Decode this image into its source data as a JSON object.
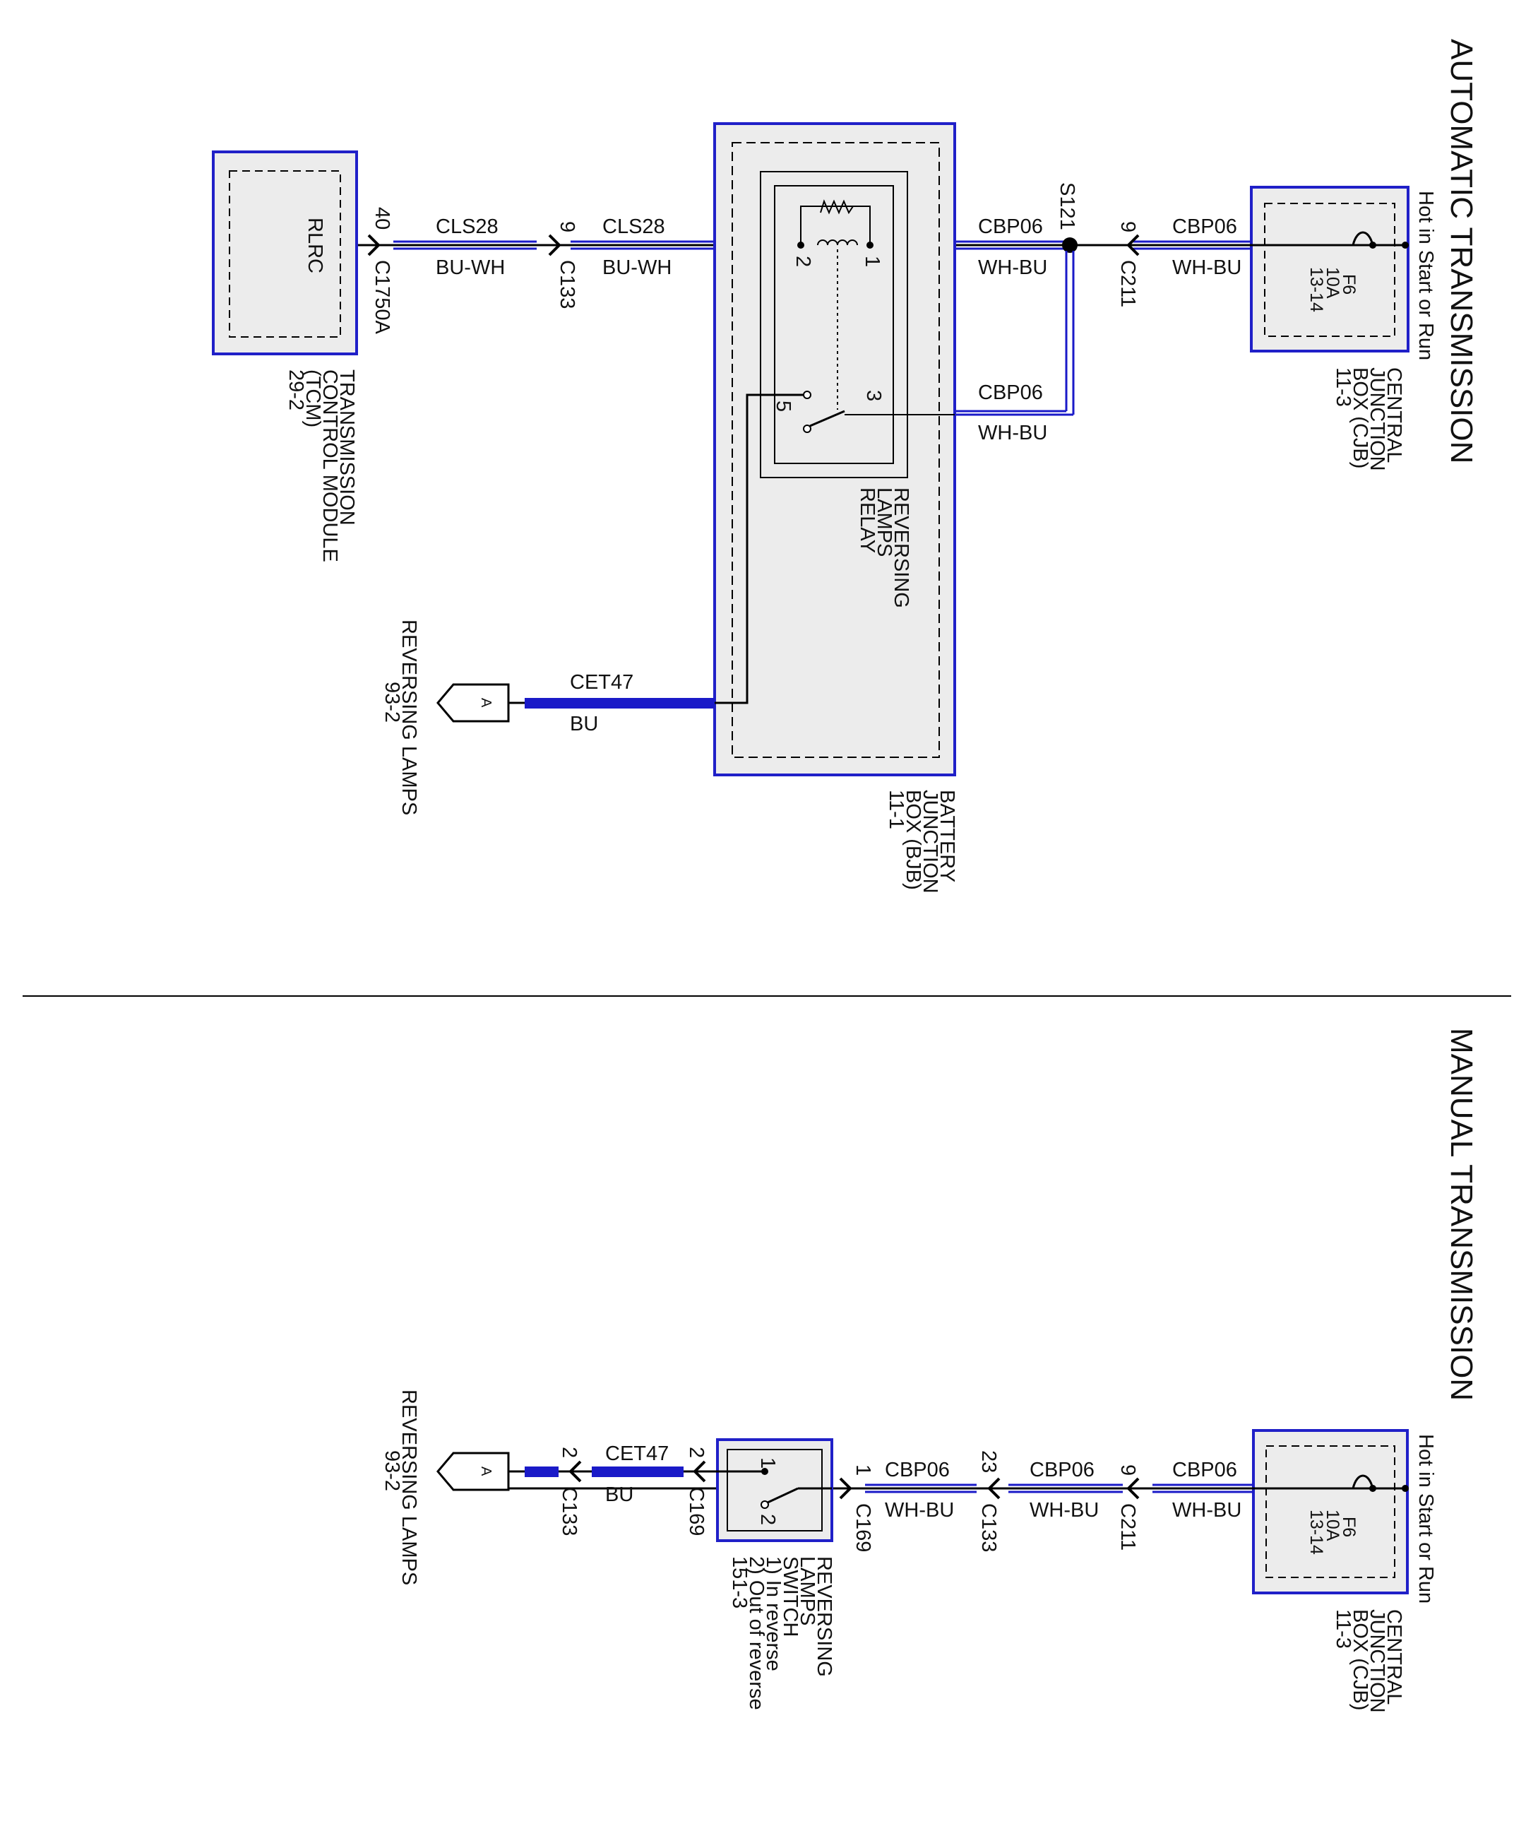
{
  "colors": {
    "wire": "#000000",
    "harness_blue": "#1a1ac8",
    "module_fill": "#ececec",
    "module_border": "#2020c8"
  },
  "auto": {
    "title": "AUTOMATIC TRANSMISSION",
    "hot": "Hot in Start or Run",
    "cjb": {
      "l1": "CENTRAL",
      "l2": "JUNCTION",
      "l3": "BOX (CJB)",
      "l4": "11-3"
    },
    "fuse": {
      "l1": "F6",
      "l2": "10A",
      "l3": "13-14"
    },
    "c211": {
      "pin": "9",
      "name": "C211"
    },
    "wire_cbp06_top": {
      "circuit": "CBP06",
      "color": "WH-BU"
    },
    "s121": "S121",
    "wire_cbp06_mid": {
      "circuit": "CBP06",
      "color": "WH-BU"
    },
    "wire_cbp06_lower": {
      "circuit": "CBP06",
      "color": "WH-BU"
    },
    "bjb": {
      "l1": "BATTERY",
      "l2": "JUNCTION",
      "l3": "BOX (BJB)",
      "l4": "11-1"
    },
    "relay": {
      "l1": "REVERSING",
      "l2": "LAMPS",
      "l3": "RELAY",
      "pin1": "1",
      "pin2": "2",
      "pin3": "3",
      "pin5": "5"
    },
    "wire_cls28_right": {
      "circuit": "CLS28",
      "color": "BU-WH"
    },
    "c133": {
      "pin": "9",
      "name": "C133"
    },
    "wire_cls28_left": {
      "circuit": "CLS28",
      "color": "BU-WH"
    },
    "c1750a": {
      "pin": "40",
      "name": "C1750A"
    },
    "tcm": {
      "inner": "RLRC",
      "l1": "TRANSMISSION",
      "l2": "CONTROL MODULE",
      "l3": "(TCM)",
      "l4": "29-2"
    },
    "wire_cet47": {
      "circuit": "CET47",
      "color": "BU"
    },
    "offpage": {
      "letter": "A",
      "l1": "REVERSING LAMPS",
      "l2": "93-2"
    }
  },
  "manual": {
    "title": "MANUAL TRANSMISSION",
    "hot": "Hot in Start or Run",
    "cjb": {
      "l1": "CENTRAL",
      "l2": "JUNCTION",
      "l3": "BOX (CJB)",
      "l4": "11-3"
    },
    "fuse": {
      "l1": "F6",
      "l2": "10A",
      "l3": "13-14"
    },
    "c211": {
      "pin": "9",
      "name": "C211"
    },
    "wire_a": {
      "circuit": "CBP06",
      "color": "WH-BU"
    },
    "c133_23": {
      "pin": "23",
      "name": "C133"
    },
    "wire_b": {
      "circuit": "CBP06",
      "color": "WH-BU"
    },
    "c169_1": {
      "pin": "1",
      "name": "C169"
    },
    "wire_c": {
      "circuit": "CBP06",
      "color": "WH-BU"
    },
    "switch": {
      "l1": "REVERSING",
      "l2": "LAMPS",
      "l3": "SWITCH",
      "l4": "1) In reverse",
      "l5": "2) Out of reverse",
      "l6": "151-3",
      "pin1": "1",
      "pin2": "2"
    },
    "c169_2": {
      "pin": "2",
      "name": "C169"
    },
    "wire_cet47": {
      "circuit": "CET47",
      "color": "BU"
    },
    "c133_2": {
      "pin": "2",
      "name": "C133"
    },
    "offpage": {
      "letter": "A",
      "l1": "REVERSING LAMPS",
      "l2": "93-2"
    }
  }
}
